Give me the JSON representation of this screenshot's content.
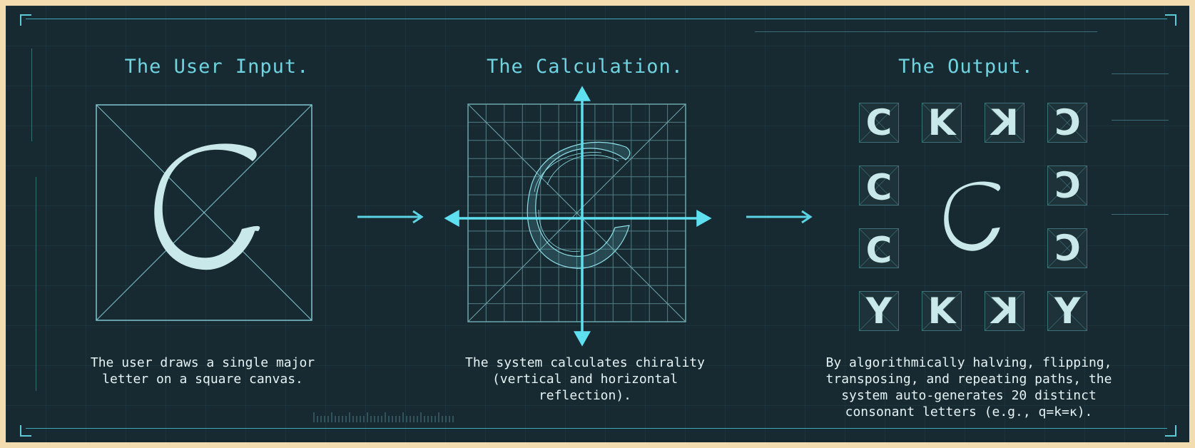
{
  "stages": {
    "input": {
      "title": "The User Input.",
      "caption": "The user draws a single major\nletter on a square canvas."
    },
    "calculation": {
      "title": "The Calculation.",
      "caption": "The system calculates chirality\n(vertical and horizontal\nreflection)."
    },
    "output": {
      "title": "The Output.",
      "caption": "By algorithmically halving, flipping,\ntransposing, and repeating paths, the\nsystem auto-generates 20 distinct\nconsonant letters (e.g., q=k=κ)."
    }
  },
  "output_tiles": {
    "row1": [
      "C",
      "K",
      "K",
      "C"
    ],
    "row4": [
      "Y",
      "K",
      "K",
      "Y"
    ]
  },
  "colors": {
    "background": "#182a31",
    "accent": "#6fd3e0",
    "frame": "#3fa9b8",
    "glyph": "#c9e8e9"
  }
}
